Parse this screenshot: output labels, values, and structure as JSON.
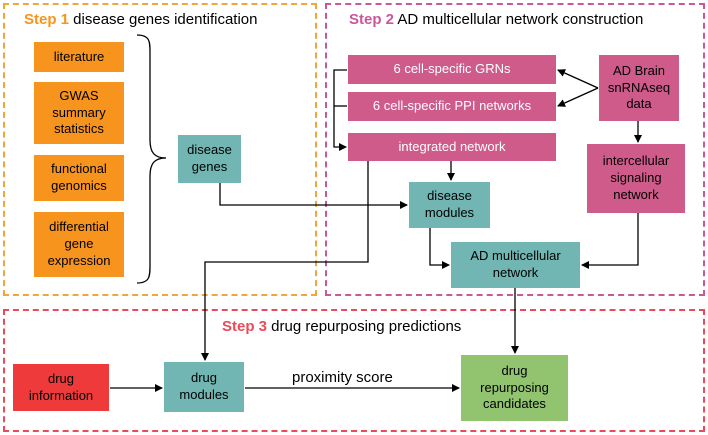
{
  "step1": {
    "step": "Step 1",
    "title": " disease genes identification"
  },
  "step2": {
    "step": "Step 2",
    "title": " AD multicellular network construction"
  },
  "step3": {
    "step": "Step 3",
    "title": " drug repurposing predictions"
  },
  "sources": [
    "literature",
    "GWAS\nsummary\nstatistics",
    "functional\ngenomics",
    "differential\ngene\nexpression"
  ],
  "nodes": {
    "disease_genes": "disease\ngenes",
    "grns": "6 cell-specific GRNs",
    "ppi": "6 cell-specific PPI networks",
    "snrnaseq": "AD Brain\nsnRNAseq\ndata",
    "integrated": "integrated network",
    "intercellular": "intercellular\nsignaling\nnetwork",
    "disease_modules": "disease\nmodules",
    "ad_network": "AD multicellular\nnetwork",
    "drug_info": "drug\ninformation",
    "drug_modules": "drug\nmodules",
    "candidates": "drug\nrepurposing\ncandidates"
  },
  "edge_label": "proximity score",
  "colors": {
    "step1": "#f7941e",
    "step2": "#c9589b",
    "step3": "#ea4b5a"
  }
}
